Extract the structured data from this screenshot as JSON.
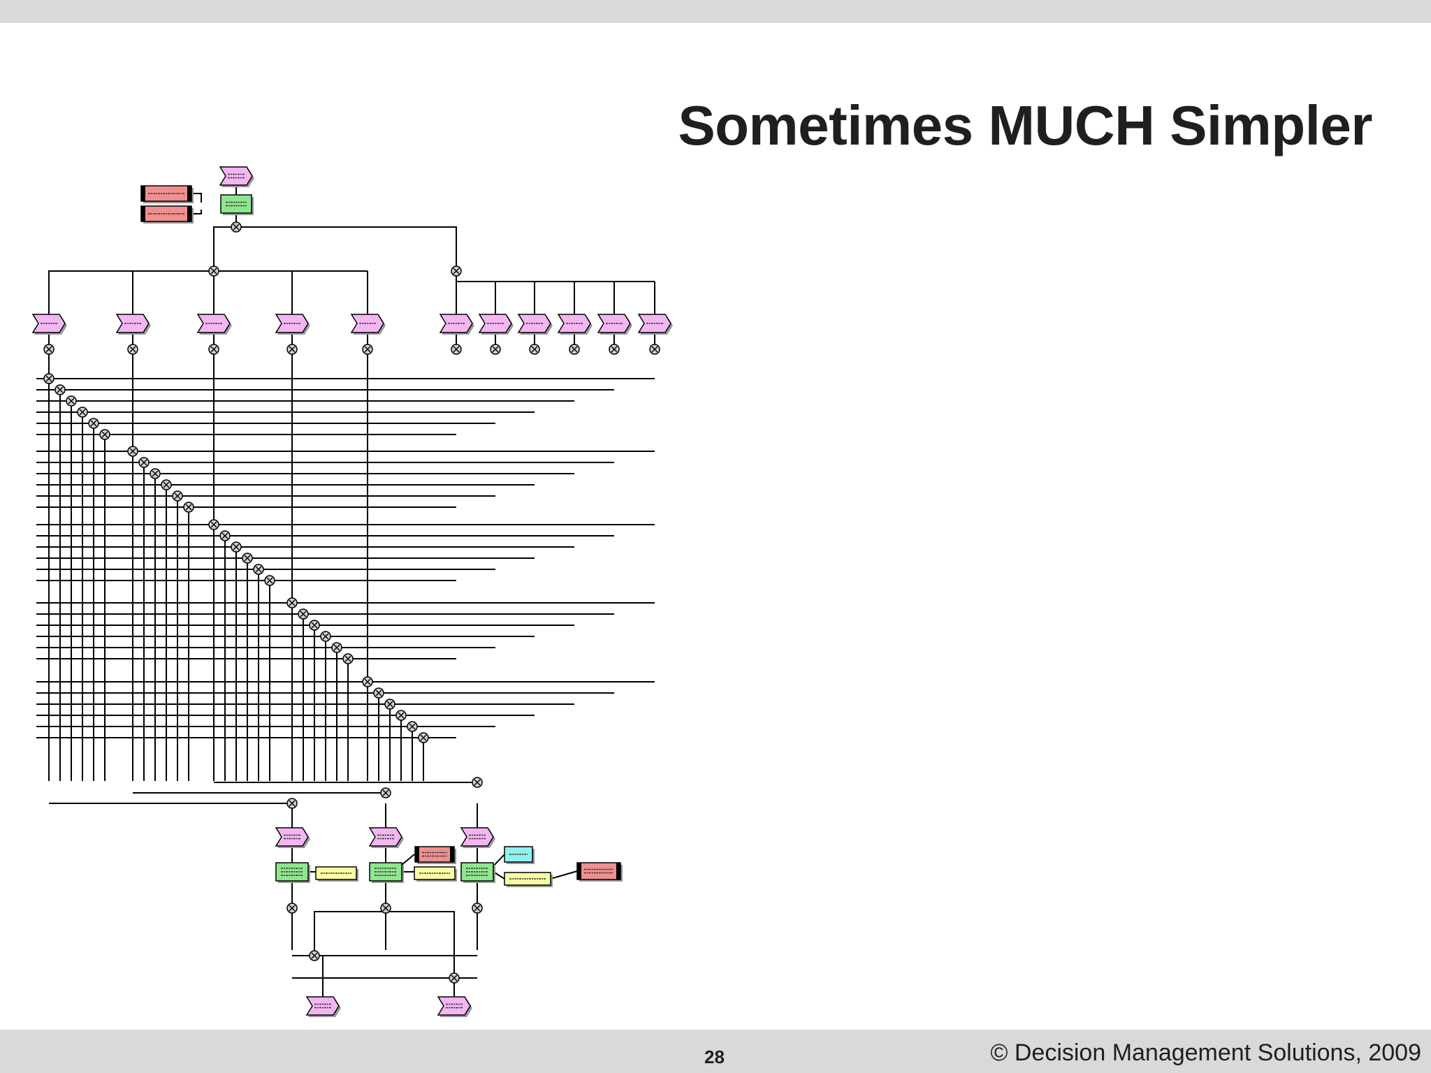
{
  "slide": {
    "title": "Sometimes MUCH Simpler",
    "page_number": "28",
    "copyright": "© Decision Management Solutions, 2009"
  },
  "colors": {
    "event": "#f3b6f3",
    "function": "#8ee68e",
    "org_unit": "#ef8f8f",
    "info_object": "#fbfba6",
    "system": "#92f0f0",
    "line": "#000000",
    "connector": "#cfcfcf"
  },
  "diagram": {
    "description_hidden": true,
    "top_event": {
      "label": ""
    },
    "top_function": {
      "label": ""
    },
    "top_org_units": [
      {
        "label": ""
      },
      {
        "label": ""
      }
    ],
    "row_events_a": [
      {
        "label": ""
      },
      {
        "label": ""
      },
      {
        "label": ""
      },
      {
        "label": ""
      },
      {
        "label": ""
      }
    ],
    "row_events_b": [
      {
        "label": ""
      },
      {
        "label": ""
      },
      {
        "label": ""
      },
      {
        "label": ""
      },
      {
        "label": ""
      },
      {
        "label": ""
      }
    ],
    "bottom_events": [
      {
        "label": ""
      },
      {
        "label": ""
      },
      {
        "label": ""
      }
    ],
    "bottom_functions": [
      {
        "label": ""
      },
      {
        "label": ""
      },
      {
        "label": ""
      }
    ],
    "bottom_info_objects": [
      {
        "label": ""
      },
      {
        "label": ""
      },
      {
        "label": ""
      }
    ],
    "bottom_org_units": [
      {
        "label": ""
      },
      {
        "label": ""
      }
    ],
    "bottom_system": {
      "label": ""
    },
    "end_events": [
      {
        "label": ""
      },
      {
        "label": ""
      }
    ]
  }
}
